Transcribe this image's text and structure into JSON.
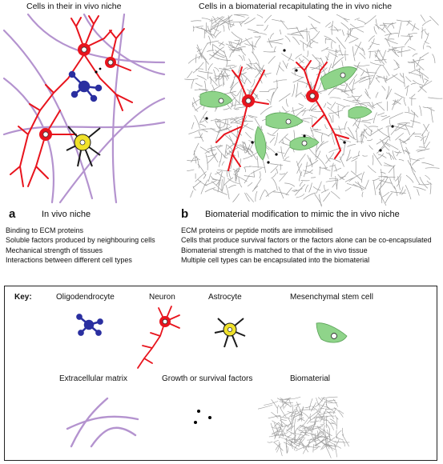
{
  "panel_a": {
    "header": "Cells in their in vivo niche",
    "letter": "a",
    "title": "In vivo niche",
    "bullets": [
      "Binding to ECM proteins",
      "Soluble factors produced by neighbouring cells",
      "Mechanical strength of tissues",
      "Interactions between different cell types"
    ]
  },
  "panel_b": {
    "header": "Cells in a biomaterial recapitulating the in vivo niche",
    "letter": "b",
    "title": "Biomaterial modification to mimic the in vivo niche",
    "bullets": [
      "ECM proteins or peptide motifs are immobilised",
      "Cells that produce survival factors or the factors alone can be co-encapsulated",
      "Biomaterial strength is matched to that of the in vivo tissue",
      "Multiple cell types can be encapsulated into the biomaterial"
    ]
  },
  "key": {
    "title": "Key:",
    "items": [
      "Oligodendrocyte",
      "Neuron",
      "Astrocyte",
      "Mesenchymal stem cell",
      "Extracellular matrix",
      "Growth or survival factors",
      "Biomaterial"
    ]
  },
  "colors": {
    "neuron": "#e8141d",
    "oligodendrocyte": "#2a2fa0",
    "astrocyte": "#f0e22a",
    "msc": "#8fd48a",
    "ecm": "#b493cf",
    "biomaterial": "#9a9a9a"
  }
}
